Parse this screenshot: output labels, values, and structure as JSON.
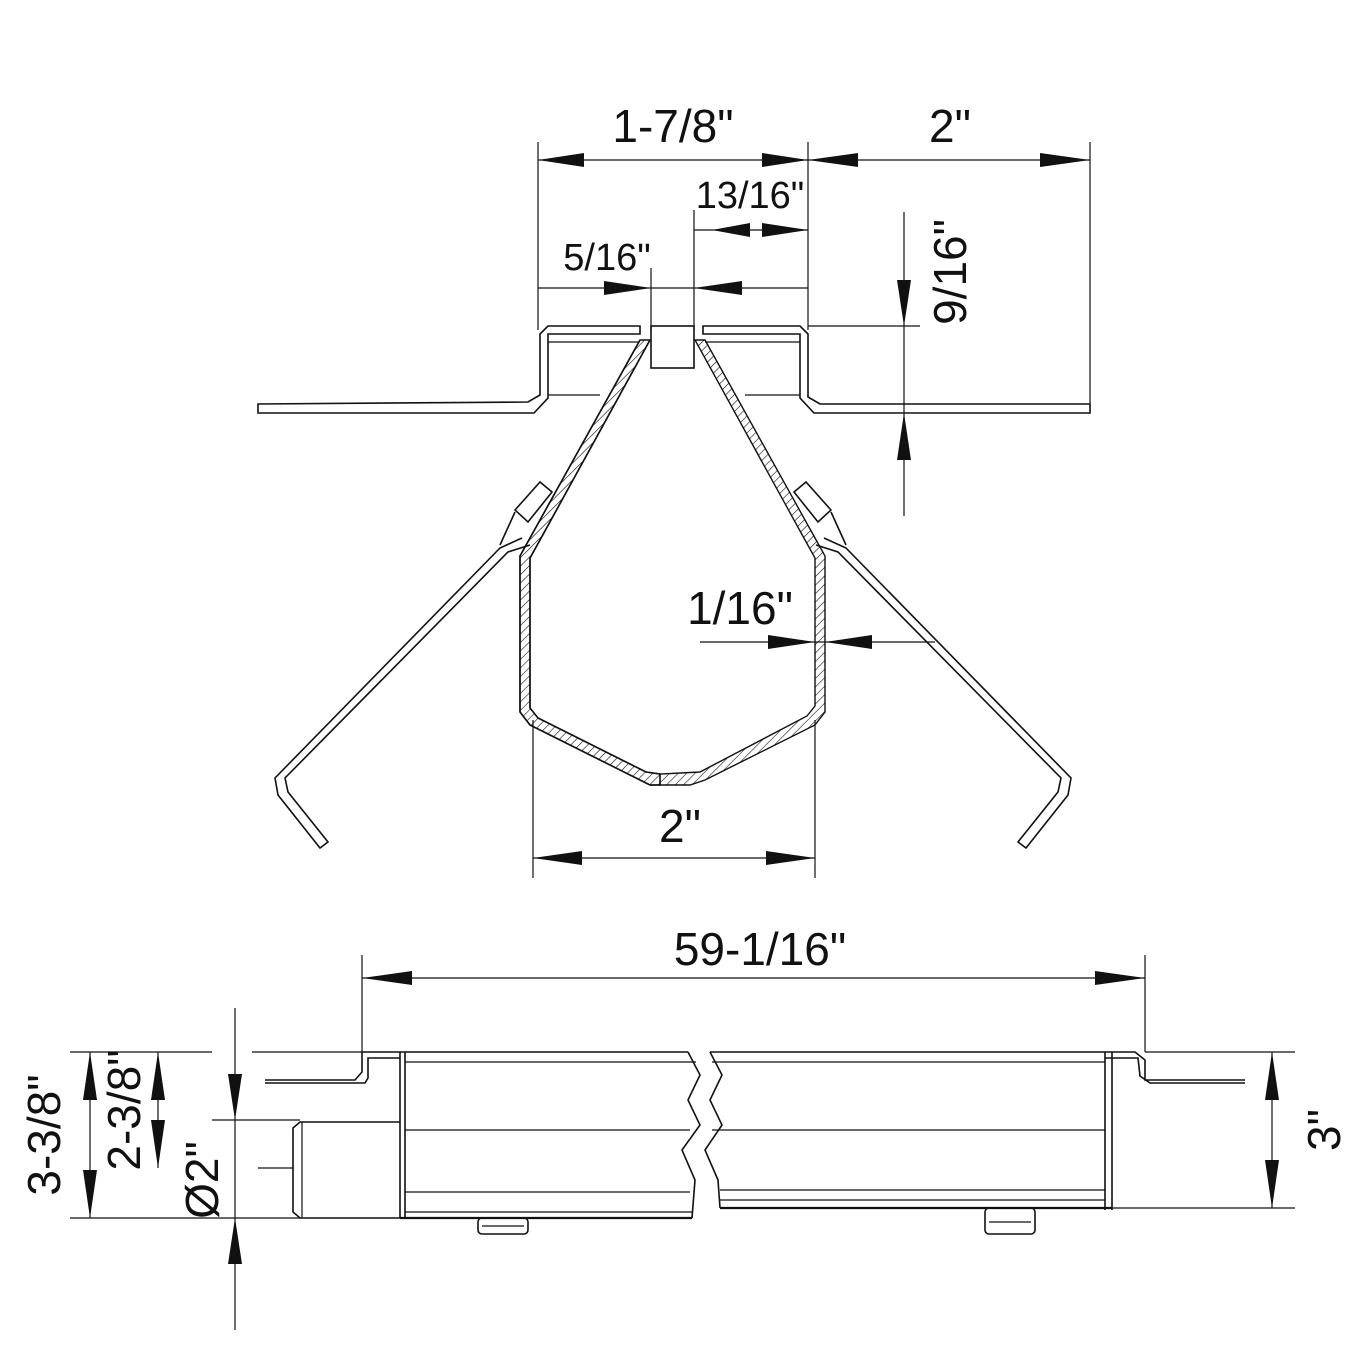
{
  "section_view": {
    "top_width_label": "1-7/8\"",
    "flange_width_label": "2\"",
    "slot_offset_label": "13/16\"",
    "slot_width_label": "5/16\"",
    "frame_height_label": "9/16\"",
    "wall_thickness_label": "1/16\"",
    "channel_width_label": "2\""
  },
  "side_view": {
    "length_label": "59-1/16\"",
    "overall_height_label": "3-3/8\"",
    "outlet_offset_label": "2-3/8\"",
    "outlet_diameter_label": "Ø2\"",
    "channel_height_label": "3\""
  },
  "colors": {
    "line": "#111111",
    "background": "#ffffff"
  }
}
